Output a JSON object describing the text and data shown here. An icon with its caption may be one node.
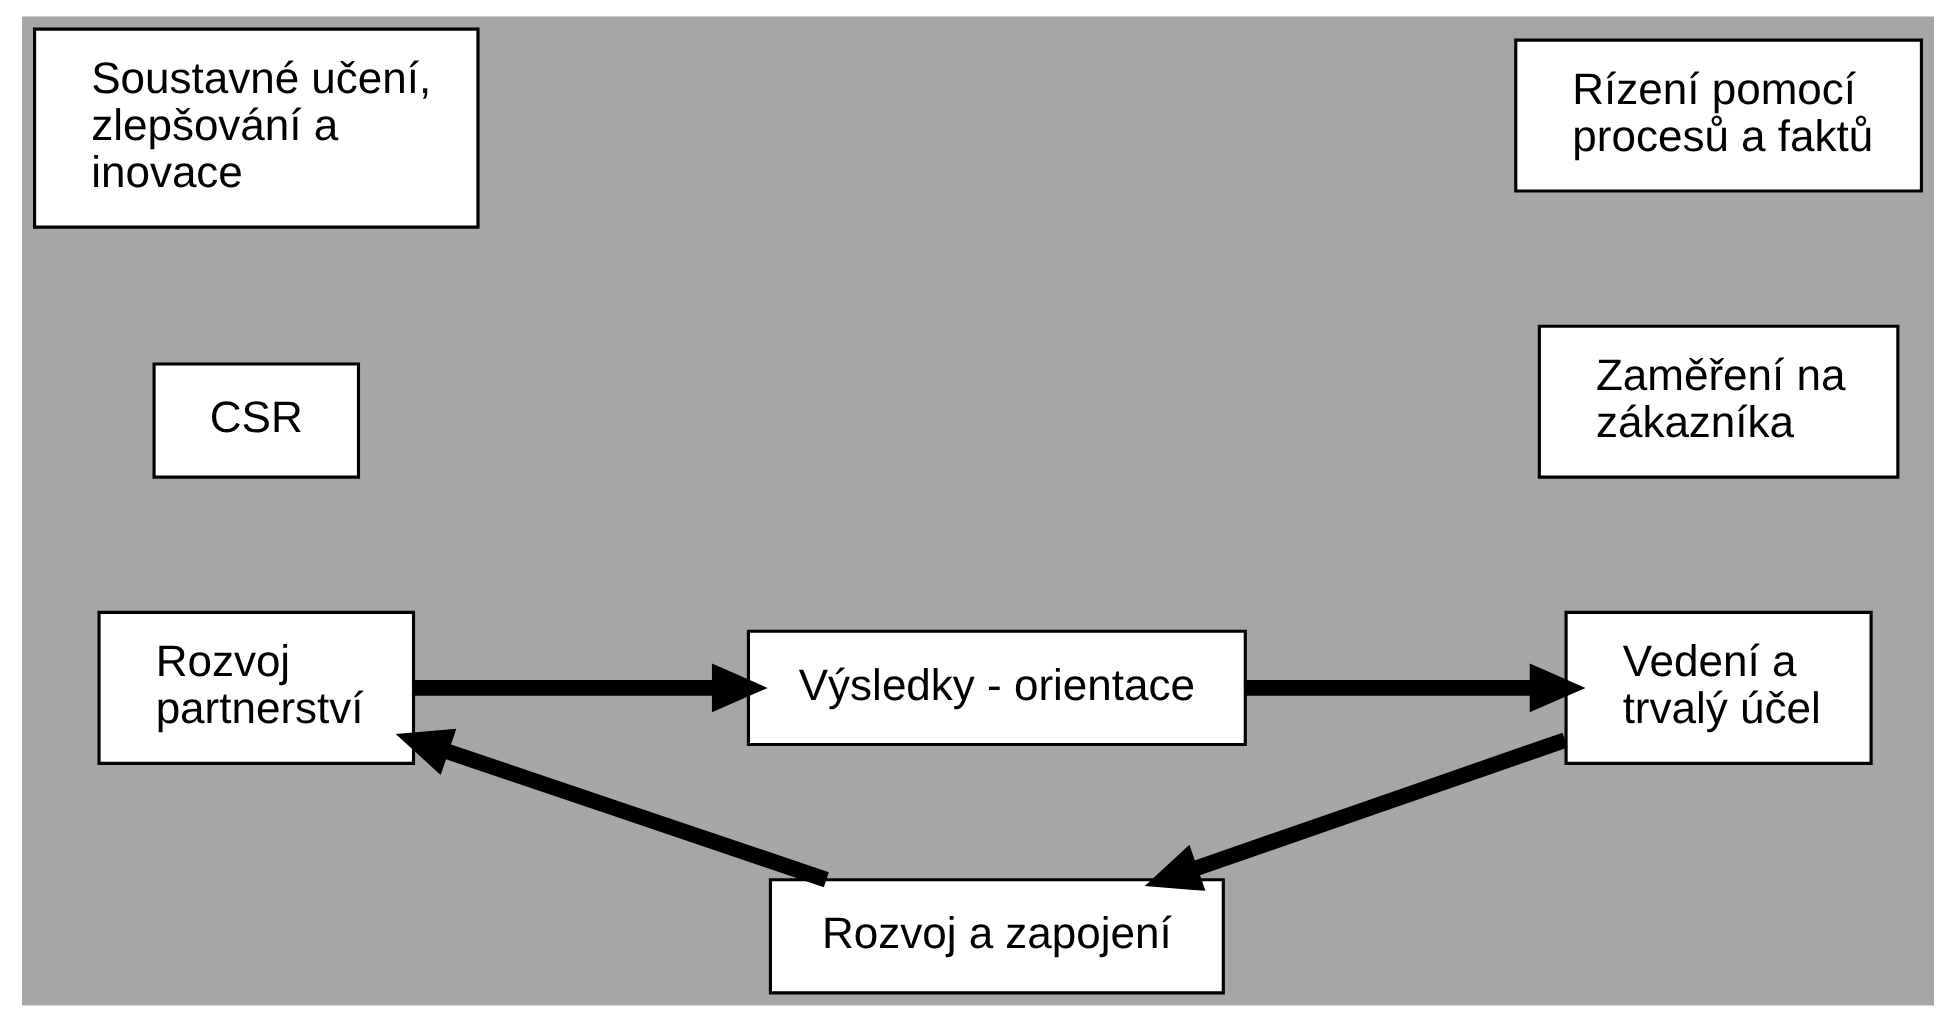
{
  "diagram": {
    "nodes": [
      {
        "text": [
          "Výsledky - orientace"
        ]
      },
      {
        "text": [
          "CSR"
        ]
      },
      {
        "text": [
          "Zaměření na zákazníka"
        ]
      },
      {
        "text": [
          "Rozvoj partnerství"
        ]
      },
      {
        "text": [
          "Vedení a trvalý účel"
        ]
      },
      {
        "text": [
          "Soustavné učení, zlepšování a inovace"
        ]
      },
      {
        "text": [
          "Rízení pomocí procesů a faktů"
        ]
      },
      {
        "text": [
          "Rozvoj a zapojení"
        ]
      }
    ],
    "edges": [
      {
        "from": 3,
        "to": 0,
        "arrow": "to"
      },
      {
        "from": 0,
        "to": 4,
        "arrow": "to"
      },
      {
        "from": 4,
        "to": 7,
        "arrow": "to"
      },
      {
        "from": 7,
        "to": 3,
        "arrow": "to"
      }
    ]
  }
}
